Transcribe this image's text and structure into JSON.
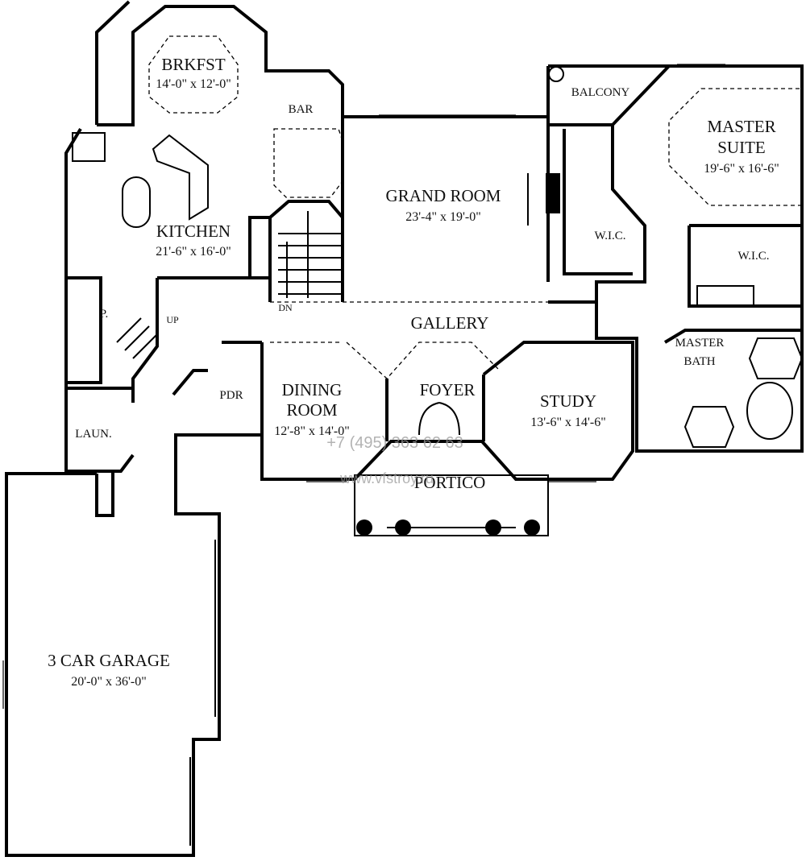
{
  "rooms": {
    "brkfst": {
      "name": "BRKFST",
      "size": "14'-0\" x 12'-0\""
    },
    "bar": {
      "name": "BAR"
    },
    "grand_room": {
      "name": "GRAND ROOM",
      "size": "23'-4\" x 19'-0\""
    },
    "balcony": {
      "name": "BALCONY"
    },
    "master_suite": {
      "name1": "MASTER",
      "name2": "SUITE",
      "size": "19'-6\" x 16'-6\""
    },
    "wic1": {
      "name": "W.I.C."
    },
    "wic2": {
      "name": "W.I.C."
    },
    "kitchen": {
      "name": "KITCHEN",
      "size": "21'-6\" x 16'-0\""
    },
    "pantry": {
      "name": "P."
    },
    "stairs_up": {
      "name": "UP"
    },
    "stairs_dn": {
      "name": "DN"
    },
    "gallery": {
      "name": "GALLERY"
    },
    "master_bath": {
      "name1": "MASTER",
      "name2": "BATH"
    },
    "dining": {
      "name1": "DINING",
      "name2": "ROOM",
      "size": "12'-8\" x 14'-0\""
    },
    "foyer": {
      "name": "FOYER"
    },
    "study": {
      "name": "STUDY",
      "size": "13'-6\" x 14'-6\""
    },
    "pdr": {
      "name": "PDR"
    },
    "laundry": {
      "name": "LAUN."
    },
    "portico": {
      "name": "PORTICO"
    },
    "garage": {
      "name": "3 CAR GARAGE",
      "size": "20'-0\" x 36'-0\""
    }
  },
  "watermark": {
    "phone": "+7 (495) 363 62 63",
    "url": "www.vfstroy.ru"
  }
}
